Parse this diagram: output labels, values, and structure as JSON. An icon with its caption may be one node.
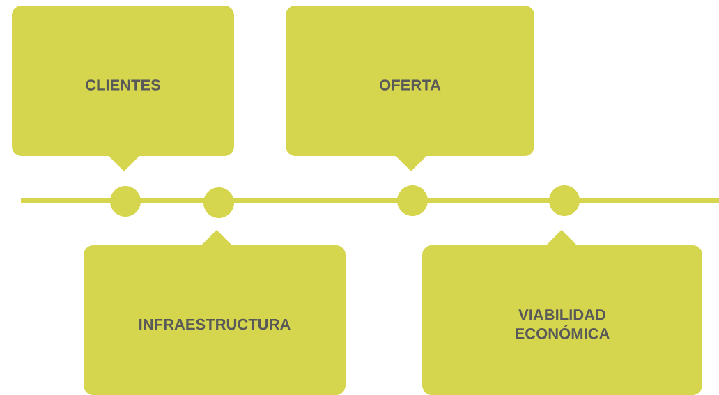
{
  "diagram": {
    "nodes": [
      {
        "text": [
          "CLIENTES"
        ]
      },
      {
        "text": [
          "OFERTA"
        ]
      },
      {
        "text": [
          "INFRAESTRUCTURA"
        ]
      },
      {
        "text": [
          "VIABILIDAD ECONÓMICA"
        ]
      },
      {
        "text": [],
        "shape": "circle"
      },
      {
        "text": [],
        "shape": "circle"
      },
      {
        "text": [],
        "shape": "circle"
      },
      {
        "text": [],
        "shape": "circle"
      }
    ]
  }
}
